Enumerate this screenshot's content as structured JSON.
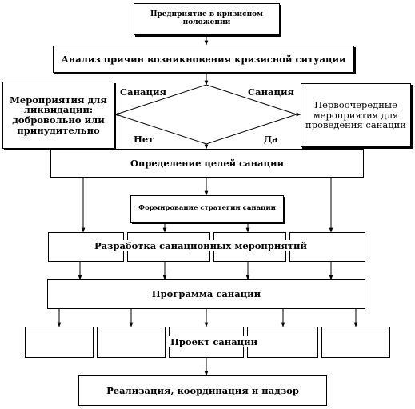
{
  "colors": {
    "stroke": "#000000",
    "fill": "#ffffff",
    "text": "#000000"
  },
  "nodes": {
    "enterprise": "Предприятие в кризисном положении",
    "analysis": "Анализ причин возникновения кризисной ситуации",
    "liquidation": "Мероприятия для ликвидации: добровольно или принудительно",
    "priority": "Первоочередные мероприятия для проведения санации",
    "goals": "Определение целей санации",
    "strategy": "Формирование стратегии санации",
    "development": "Разработка санационных мероприятий",
    "program": "Программа санации",
    "project": "Проект санации",
    "implementation": "Реализация, координация и надзор"
  },
  "edge_labels": {
    "sanation_left": "Санация",
    "sanation_right": "Санация",
    "no": "Нет",
    "yes": "Да"
  }
}
